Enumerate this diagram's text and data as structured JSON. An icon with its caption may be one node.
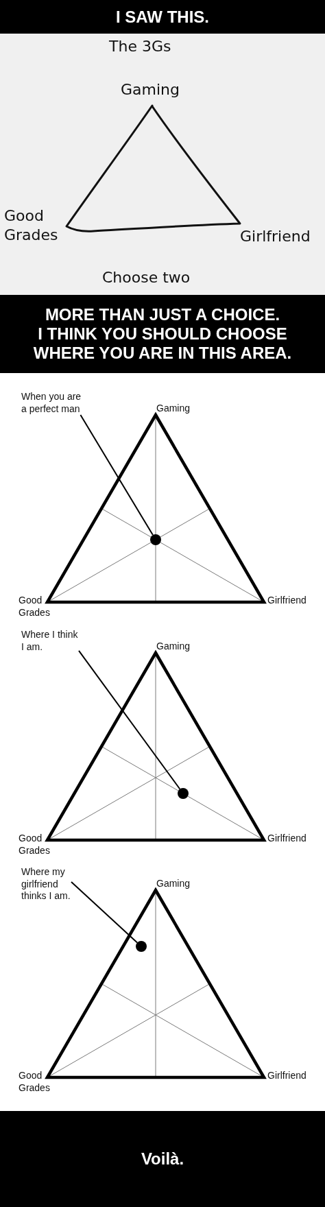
{
  "diagram": {
    "nodes": [
      {
        "text": [
          "When you are a perfect man"
        ]
      },
      {
        "text": [],
        "shape": "circle"
      },
      {
        "text": [
          "Where I think I am."
        ]
      },
      {
        "text": [],
        "shape": "circle"
      },
      {
        "text": [
          "Where my girlfriend thinks I am."
        ]
      },
      {
        "text": [],
        "shape": "circle"
      }
    ],
    "edges": [
      {
        "from": 0,
        "to": 1,
        "arrow": "none"
      },
      {
        "from": 2,
        "to": 3,
        "arrow": "none"
      },
      {
        "from": 4,
        "to": 5,
        "arrow": "none"
      }
    ],
    "labels": [
      "I SAW THIS.",
      "The 3Gs",
      "Gaming",
      "Good Grades",
      "Girlfriend",
      "Choose two",
      "MORE THAN JUST A CHOICE. I THINK YOU SHOULD CHOOSE WHERE YOU ARE IN THIS AREA.",
      "Gaming",
      "Good Grades",
      "Girlfriend",
      "Gaming",
      "Good Grades",
      "Girlfriend",
      "Gaming",
      "Good Grades",
      "Girlfriend",
      "Voilà."
    ]
  }
}
